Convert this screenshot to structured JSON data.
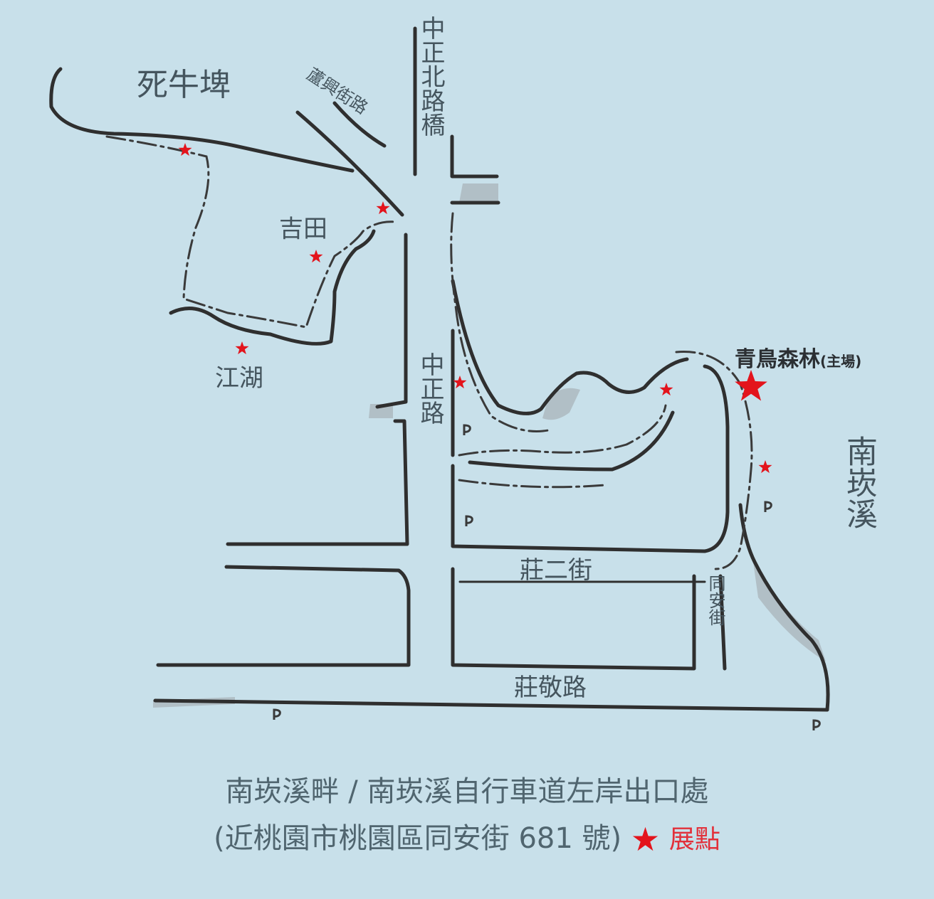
{
  "map": {
    "areas": {
      "si_niu_pi": "死牛埤",
      "ji_tian": "吉田",
      "jiang_hu": "江湖",
      "nan_kan_xi": "南崁溪"
    },
    "roads": {
      "lu_xing_jie_lu": "蘆興街路",
      "zhong_zheng_north_bridge": "中正北路橋",
      "zhong_zheng_road": "中正路",
      "zhuang_er_street": "莊二街",
      "tong_an_street": "同安街",
      "zhuang_jing_road": "莊敬路"
    },
    "venue": {
      "name": "青鳥森林",
      "tag": "(主場)"
    },
    "parking_symbol": "P",
    "colors": {
      "background": "#c8e0ea",
      "road": "#2f2f2f",
      "star": "#e3141c"
    }
  },
  "caption": {
    "line1": "南崁溪畔 / 南崁溪自行車道左岸出口處",
    "line2": "(近桃園市桃園區同安街 681 號)",
    "legend_label": "展點",
    "legend_icon": "★"
  }
}
